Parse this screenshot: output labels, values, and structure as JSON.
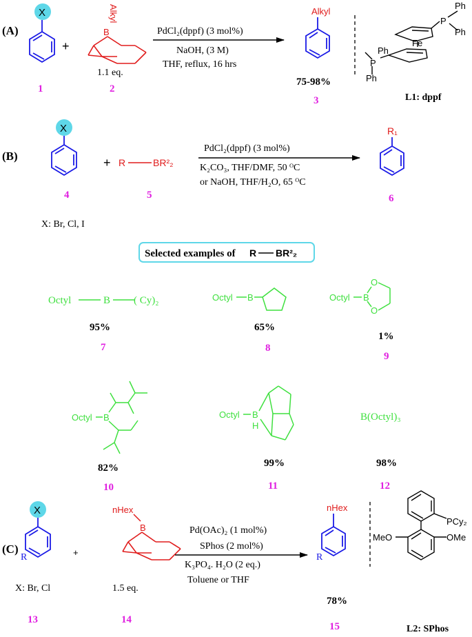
{
  "colors": {
    "ring": "#1a1ae6",
    "boron": "#e01b1b",
    "green": "#3fe03f",
    "magenta": "#e020e0",
    "highlight": "#5ed7e8",
    "black": "#000000"
  },
  "panelA": {
    "label": "(A)",
    "x_sub": "X",
    "boron_group": "Alkyl",
    "boron_atom": "B",
    "plus": "+",
    "eq": "1.1 eq.",
    "cond1": "PdCl₂(dppf) (3 mol%)",
    "cond2": "NaOH, (3 M)",
    "cond3": "THF, reflux, 16 hrs",
    "product_group": "Alkyl",
    "yield": "75-98%",
    "num_aryl": "1",
    "num_borane": "2",
    "num_product": "3",
    "ligand": {
      "ph1": "Ph",
      "ph2": "Ph",
      "ph3": "Ph",
      "ph4": "Ph",
      "p1": "P",
      "p2": "P",
      "fe": "Fe",
      "name": "L1: dppf"
    }
  },
  "panelB": {
    "label": "(B)",
    "x_sub": "X",
    "plus": "+",
    "reagent_r": "R",
    "reagent_b": "BR²₂",
    "cond1": "PdCl₂(dppf) (3 mol%)",
    "cond2": "K₂CO₃, THF/DMF, 50 ᴼC",
    "cond3": "or NaOH, THF/H₂O, 65 ᴼC",
    "product_group": "R₁",
    "num_aryl": "4",
    "num_reagent": "5",
    "num_product": "6",
    "x_note": "X: Br, Cl, I"
  },
  "examples": {
    "title": "Selected examples of",
    "title_r": "R",
    "title_b": "BR²₂",
    "items": [
      {
        "num": "7",
        "yield": "95%",
        "octyl": "Octyl",
        "b": "B",
        "tail": "( Cy)₂"
      },
      {
        "num": "8",
        "yield": "65%",
        "octyl": "Octyl",
        "b": "B"
      },
      {
        "num": "9",
        "yield": "1%",
        "octyl": "Octyl",
        "b": "B",
        "o1": "O",
        "o2": "O"
      },
      {
        "num": "10",
        "yield": "82%",
        "octyl": "Octyl",
        "b": "B"
      },
      {
        "num": "11",
        "yield": "99%",
        "octyl": "Octyl",
        "b": "B",
        "h": "H"
      },
      {
        "num": "12",
        "yield": "98%",
        "formula": "B(Octyl)₃"
      }
    ]
  },
  "panelC": {
    "label": "(C)",
    "x_sub": "X",
    "r_sub": "R",
    "plus": "+",
    "boron_group": "nHex",
    "boron_atom": "B",
    "eq": "1.5 eq.",
    "cond1": "Pd(OAc)₂ (1 mol%)",
    "cond2": "SPhos (2 mol%)",
    "cond3": "K₃PO₄. H₂O (2 eq.)",
    "cond4": "Toluene or THF",
    "product_group": "nHex",
    "product_r": "R",
    "yield": "78%",
    "x_note": "X: Br, Cl",
    "num_aryl": "13",
    "num_borane": "14",
    "num_product": "15",
    "ligand": {
      "pcy": "PCy₂",
      "ome1": "MeO",
      "ome2": "OMe",
      "name": "L2: SPhos"
    }
  }
}
